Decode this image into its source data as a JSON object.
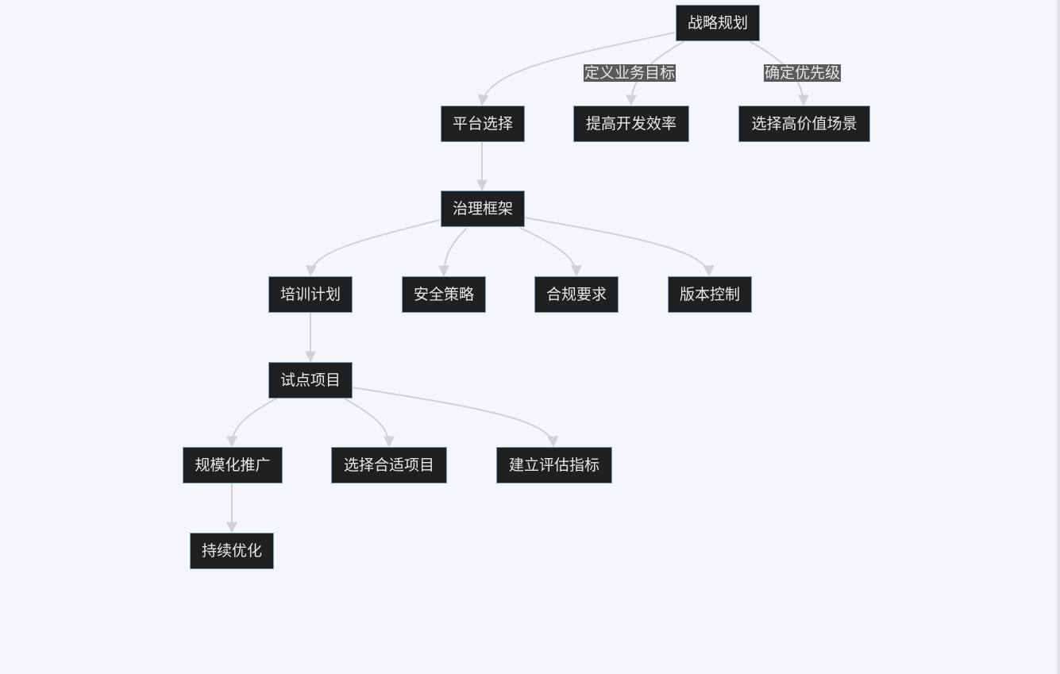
{
  "nodes": {
    "strategy": "战略规划",
    "platform": "平台选择",
    "efficiency": "提高开发效率",
    "high_value": "选择高价值场景",
    "governance": "治理框架",
    "training": "培训计划",
    "security": "安全策略",
    "compliance": "合规要求",
    "version": "版本控制",
    "pilot": "试点项目",
    "scale": "规模化推广",
    "select_project": "选择合适项目",
    "metrics": "建立评估指标",
    "optimize": "持续优化"
  },
  "edge_labels": {
    "define_goals": "定义业务目标",
    "set_priority": "确定优先级"
  },
  "edges": [
    {
      "from": "strategy",
      "to": "platform"
    },
    {
      "from": "strategy",
      "to": "efficiency",
      "label": "define_goals"
    },
    {
      "from": "strategy",
      "to": "high_value",
      "label": "set_priority"
    },
    {
      "from": "platform",
      "to": "governance"
    },
    {
      "from": "governance",
      "to": "training"
    },
    {
      "from": "governance",
      "to": "security"
    },
    {
      "from": "governance",
      "to": "compliance"
    },
    {
      "from": "governance",
      "to": "version"
    },
    {
      "from": "training",
      "to": "pilot"
    },
    {
      "from": "pilot",
      "to": "scale"
    },
    {
      "from": "pilot",
      "to": "select_project"
    },
    {
      "from": "pilot",
      "to": "metrics"
    },
    {
      "from": "scale",
      "to": "optimize"
    }
  ],
  "colors": {
    "node_fill": "#1f2020",
    "node_border": "#7a9cc0",
    "node_text": "#e8e8e8",
    "edge": "#cfd1d4",
    "edge_label_bg": "#5a5a5a",
    "background": "#f4f6f9"
  }
}
